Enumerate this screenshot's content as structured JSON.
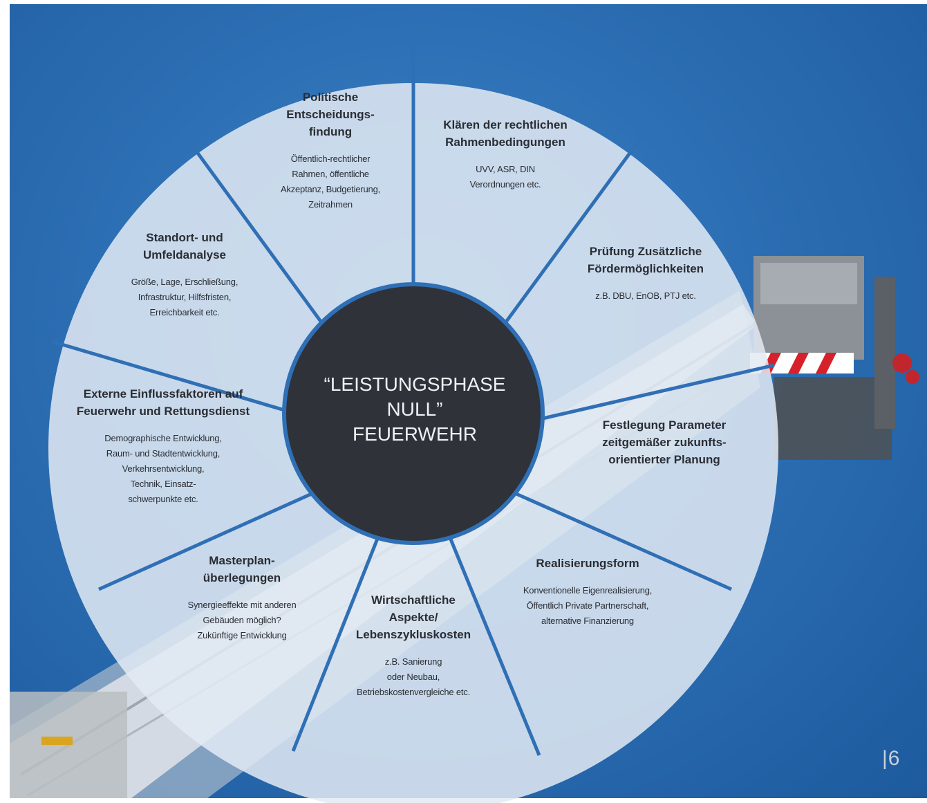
{
  "center": {
    "label": "“LEISTUNGSPHASE\nNULL”\nFEUERWEHR"
  },
  "segments": {
    "politische": {
      "title": "Politische\nEntscheidungs-\nfindung",
      "desc": "Öffentlich-rechtlicher\nRahmen, öffentliche\nAkzeptanz, Budgetierung,\nZeitrahmen"
    },
    "rechtlich": {
      "title": "Klären der rechtlichen\nRahmenbedingungen",
      "desc": "UVV, ASR, DIN\nVerordnungen etc."
    },
    "foerder": {
      "title": "Prüfung Zusätzliche\nFördermöglichkeiten",
      "desc": "z.B. DBU, EnOB, PTJ etc."
    },
    "parameter": {
      "title": "Festlegung Parameter\nzeitgemäßer zukunfts-\norientierter Planung",
      "desc": ""
    },
    "realisierung": {
      "title": "Realisierungsform",
      "desc": "Konventionelle Eigenrealisierung,\nÖffentlich Private Partnerschaft,\nalternative Finanzierung"
    },
    "wirtschaft": {
      "title": "Wirtschaftliche\nAspekte/\nLebenszykluskosten",
      "desc": "z.B. Sanierung\noder Neubau,\nBetriebskostenvergleiche etc."
    },
    "masterplan": {
      "title": "Masterplan-\nüberlegungen",
      "desc": "Synergieeffekte mit anderen\nGebäuden möglich?\nZukünftige Entwicklung"
    },
    "extern": {
      "title": "Externe Einflussfaktoren auf\nFeuerwehr und Rettungsdienst",
      "desc": "Demographische Entwicklung,\nRaum- und Stadtentwicklung,\nVerkehrsentwicklung,\nTechnik, Einsatz-\nschwerpunkte etc."
    },
    "standort": {
      "title": "Standort- und\nUmfeldanalyse",
      "desc": "Größe, Lage, Erschließung,\nInfrastruktur, Hilfsfristen,\nErreichbarkeit etc."
    }
  },
  "page_number": "|6",
  "colors": {
    "sky": "#2d6fb4",
    "wheel_fill": "#dde6f1",
    "divider": "#2f6fb5",
    "hub": "#2f3238",
    "text": "#2a2d33"
  }
}
